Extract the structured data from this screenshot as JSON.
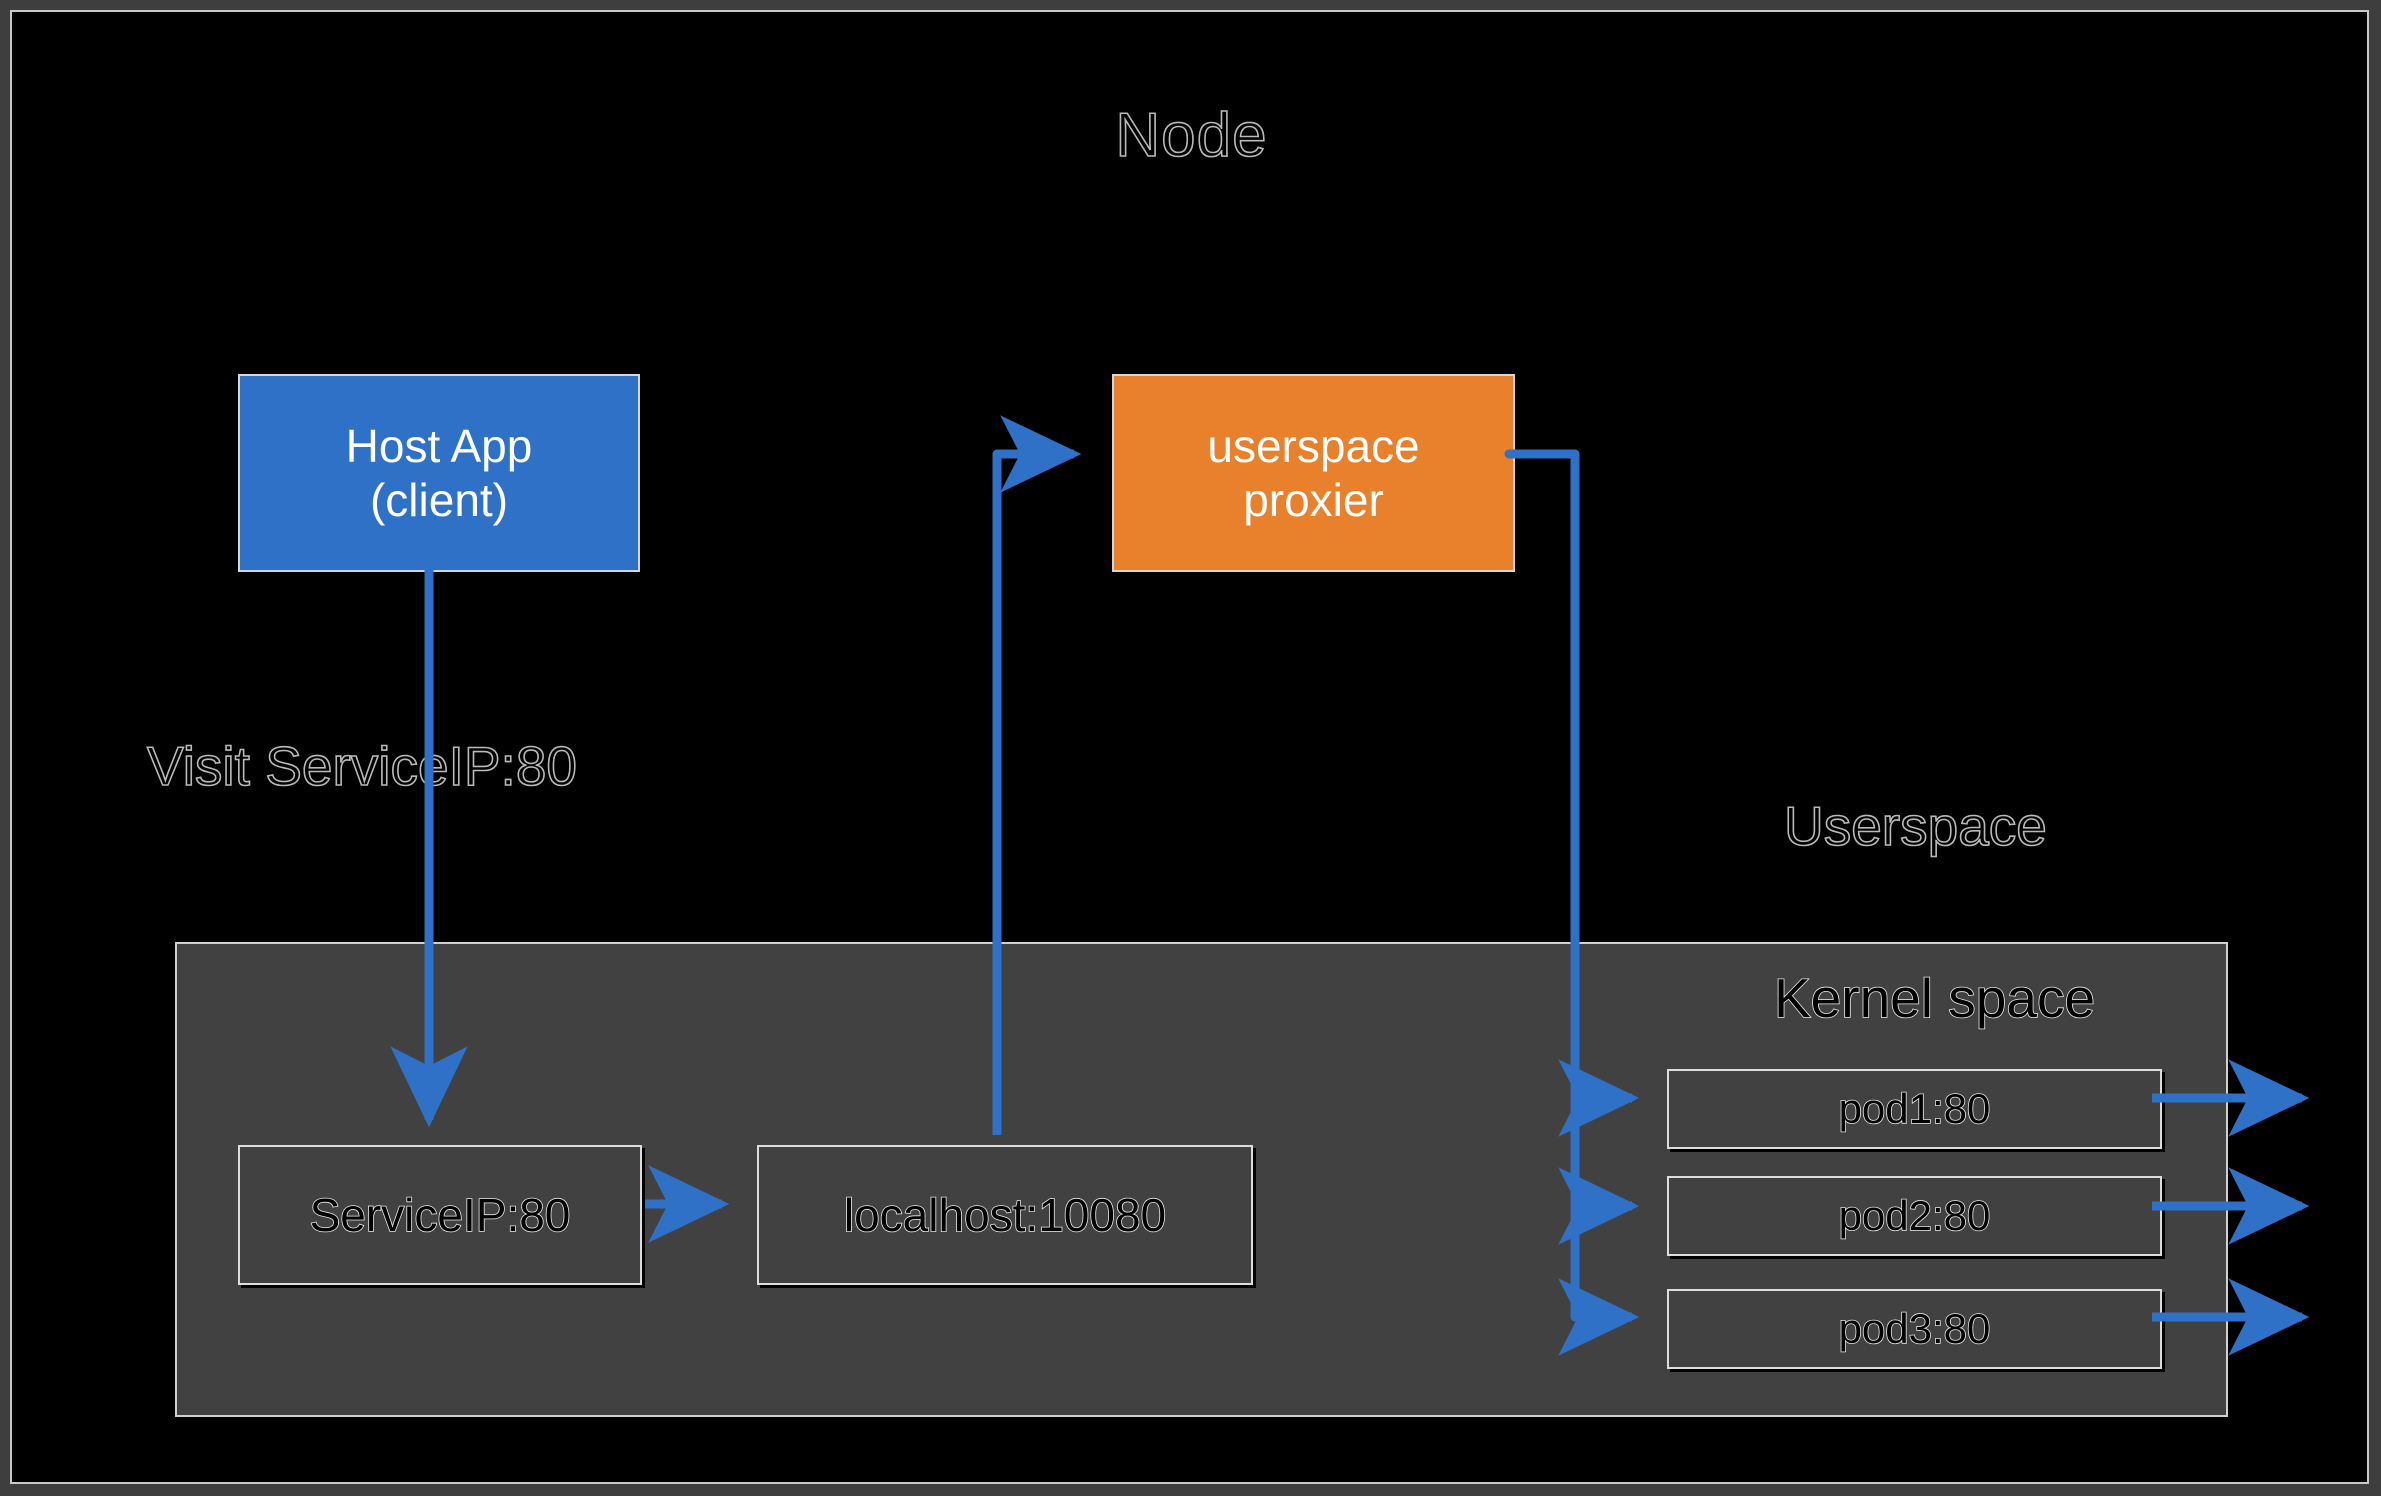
{
  "diagram": {
    "title": "Node",
    "accent_blue": "#3071c8",
    "accent_orange": "#e8802c",
    "panel_grey": "#414141",
    "background": "#000000",
    "arrow_color": "#3071c8"
  },
  "boxes": {
    "host_app": {
      "line1": "Host App",
      "line2": "(client)"
    },
    "userspace_proxier": {
      "line1": "userspace",
      "line2": "proxier"
    },
    "service_ip": {
      "label": "ServiceIP:80"
    },
    "localhost": {
      "label": "localhost:10080"
    },
    "pods": [
      {
        "label": "pod1:80"
      },
      {
        "label": "pod2:80"
      },
      {
        "label": "pod3:80"
      }
    ]
  },
  "labels": {
    "visit": "Visit ServiceIP:80",
    "userspace": "Userspace",
    "kernel_space": "Kernel space"
  }
}
